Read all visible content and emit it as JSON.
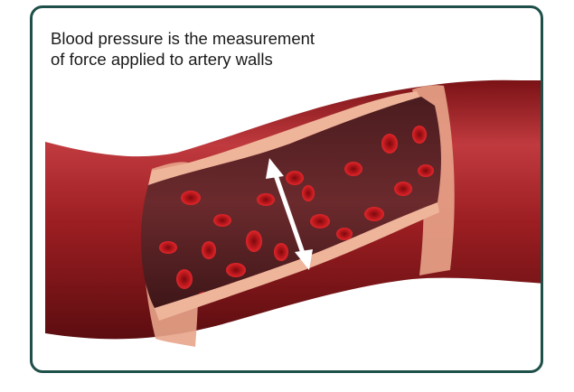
{
  "caption": {
    "line1": "Blood pressure is the measurement",
    "line2": "of force applied to artery walls"
  },
  "colors": {
    "border": "#1f4f49",
    "vessel_dark": "#6e1014",
    "vessel_mid": "#9c1e22",
    "vessel_light": "#c94246",
    "wall_tissue": "#e8a489",
    "lumen": "#5a2326",
    "blood_cell": "#d0161b",
    "arrow": "#ffffff"
  },
  "icons": {
    "pressure_arrow": "double-headed-arrow"
  }
}
